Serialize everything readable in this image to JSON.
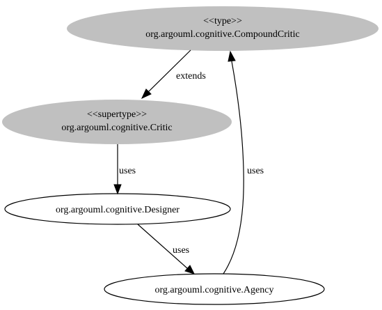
{
  "colors": {
    "stereotype_fill": "#c0c0c0",
    "plain_fill": "#ffffff",
    "stroke": "#000000"
  },
  "nodes": {
    "compound_critic": {
      "stereotype": "<<type>>",
      "name": "org.argouml.cognitive.CompoundCritic"
    },
    "critic": {
      "stereotype": "<<supertype>>",
      "name": "org.argouml.cognitive.Critic"
    },
    "designer": {
      "name": "org.argouml.cognitive.Designer"
    },
    "agency": {
      "name": "org.argouml.cognitive.Agency"
    }
  },
  "edges": {
    "compound_to_critic": {
      "label": "extends"
    },
    "critic_to_designer": {
      "label": "uses"
    },
    "designer_to_agency": {
      "label": "uses"
    },
    "agency_to_compound": {
      "label": "uses"
    }
  }
}
